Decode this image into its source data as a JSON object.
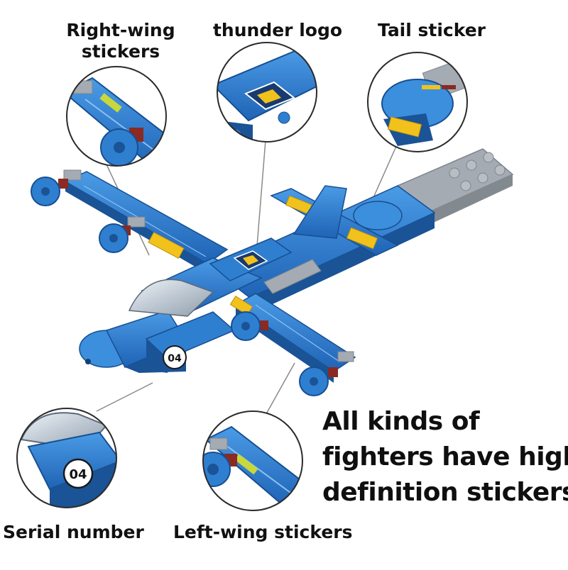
{
  "callouts": {
    "right_wing": {
      "line1": "Right-wing",
      "line2": "stickers"
    },
    "thunder_logo": "thunder logo",
    "tail_sticker": "Tail sticker",
    "serial_number": "Serial number",
    "left_wing": "Left-wing stickers"
  },
  "tagline": {
    "line1": "All kinds of",
    "line2": "fighters have high",
    "line3": "definition stickers"
  },
  "serial_badge": "04",
  "colors": {
    "brick_blue": "#2f7fd0",
    "brick_blue_dark": "#1b5aa6",
    "canopy": "#c9d6e2",
    "accent_yellow": "#f2c21c",
    "gray_brick": "#9aa1a8",
    "axle_red": "#8a2a22",
    "text": "#111111"
  }
}
